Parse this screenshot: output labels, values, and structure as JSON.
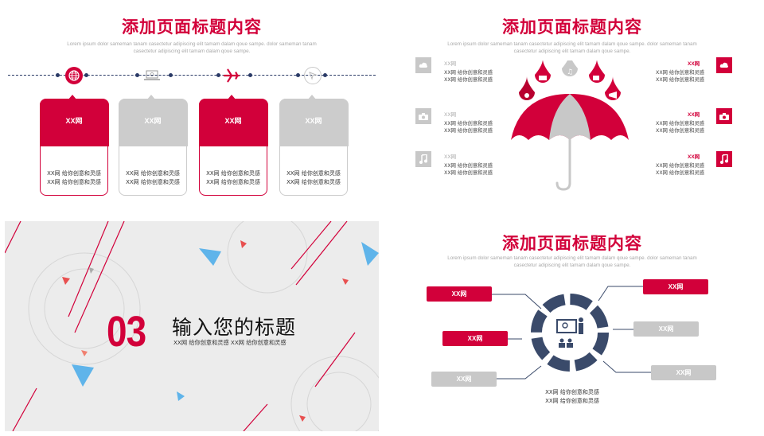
{
  "slide1": {
    "title": "添加页面标题内容",
    "subtitle_line1": "Lorem ipsum dolor sameman tanam casectetur adipiscing elit tamam dalam qoue sampe. dolor sameman tanam",
    "subtitle_line2": "casectetur adipiscing elit tamam dalam qoue sampe.",
    "icons": [
      "globe-icon",
      "laptop-icon",
      "airplane-icon",
      "compass-icon"
    ],
    "cards": [
      {
        "label": "XX网",
        "line1": "XX网 给你创意和灵感",
        "line2": "XX网 给你创意和灵感",
        "style": "red"
      },
      {
        "label": "XX网",
        "line1": "XX网 给你创意和灵感",
        "line2": "XX网 给你创意和灵感",
        "style": "gray"
      },
      {
        "label": "XX网",
        "line1": "XX网 给你创意和灵感",
        "line2": "XX网 给你创意和灵感",
        "style": "red"
      },
      {
        "label": "XX网",
        "line1": "XX网 给你创意和灵感",
        "line2": "XX网 给你创意和灵感",
        "style": "gray"
      }
    ]
  },
  "slide2": {
    "title": "添加页面标题内容",
    "subtitle_line1": "Lorem ipsum dolor sameman tanam casectetur adipiscing elit tamam dalam qoue sampe. dolor sameman tanam",
    "subtitle_line2": "casectetur adipiscing elit tamam dalam qoue sampe.",
    "left_items": [
      {
        "label": "XX网",
        "line1": "XX网 给你创意和灵感",
        "line2": "XX网 给你创意和灵感",
        "icon": "cloud-icon"
      },
      {
        "label": "XX网",
        "line1": "XX网 给你创意和灵感",
        "line2": "XX网 给你创意和灵感",
        "icon": "camera-icon"
      },
      {
        "label": "XX网",
        "line1": "XX网 给你创意和灵感",
        "line2": "XX网 给你创意和灵感",
        "icon": "music-icon"
      }
    ],
    "right_items": [
      {
        "label": "XX网",
        "line1": "XX网 给你创意和灵感",
        "line2": "XX网 给你创意和灵感",
        "icon": "cloud-icon"
      },
      {
        "label": "XX网",
        "line1": "XX网 给你创意和灵感",
        "line2": "XX网 给你创意和灵感",
        "icon": "camera-icon"
      },
      {
        "label": "XX网",
        "line1": "XX网 给你创意和灵感",
        "line2": "XX网 给你创意和灵感",
        "icon": "music-icon"
      }
    ]
  },
  "slide3": {
    "number": "03",
    "title": "输入您的标题",
    "subtitle": "XX网 给你创意和灵感    XX网 给你创意和灵感"
  },
  "slide4": {
    "title": "添加页面标题内容",
    "subtitle_line1": "Lorem ipsum dolor sameman tanam casectetur adipiscing elit tamam dalam qoue sampe. dolor sameman tanam",
    "subtitle_line2": "casectetur adipiscing elit tamam dalam qoue sampe.",
    "pills": [
      "XX网",
      "XX网",
      "XX网",
      "XX网",
      "XX网",
      "XX网"
    ],
    "text_line1": "XX网 给你创意和灵感",
    "text_line2": "XX网 给你创意和灵感"
  },
  "colors": {
    "accent": "#d2003a",
    "gray": "#c8c8c8",
    "navy": "#3a4a6a"
  }
}
